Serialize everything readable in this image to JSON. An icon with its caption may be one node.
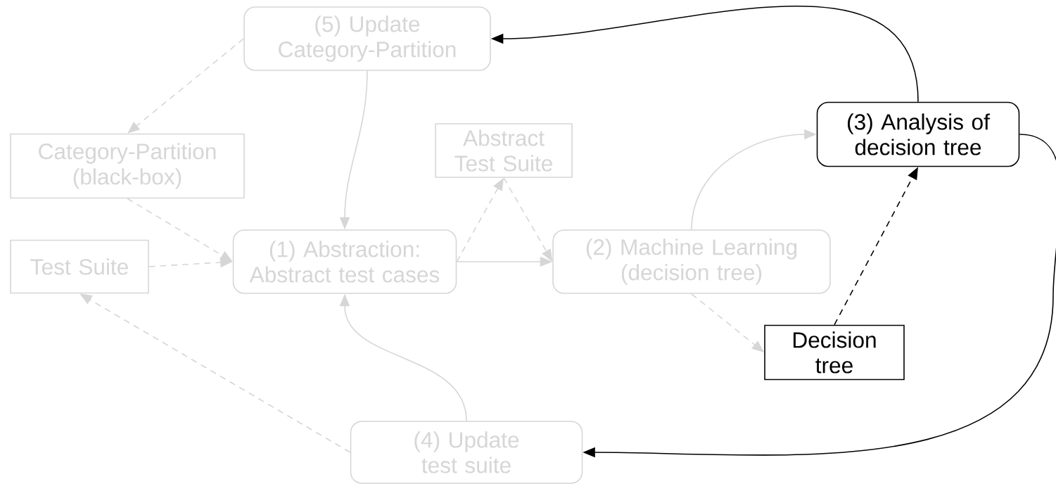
{
  "diagram": {
    "nodes": [
      {
        "text": [
          "(5) Update Category-Partition"
        ]
      },
      {
        "text": [
          "(3) Analysis of decision tree"
        ]
      },
      {
        "text": [
          "Category-Partition (black-box)"
        ]
      },
      {
        "text": [
          "Abstract Test Suite"
        ]
      },
      {
        "text": [
          "Test Suite"
        ]
      },
      {
        "text": [
          "(1) Abstraction: Abstract test cases"
        ]
      },
      {
        "text": [
          "(2) Machine Learning (decision tree)"
        ]
      },
      {
        "text": [
          "Decision tree"
        ]
      },
      {
        "text": [
          "(4) Update test suite"
        ]
      }
    ],
    "edges": [
      {
        "from": 0,
        "to": 2,
        "arrow": "to",
        "style": "dashed"
      },
      {
        "from": 0,
        "to": 5,
        "arrow": "to"
      },
      {
        "from": 2,
        "to": 5,
        "arrow": "to",
        "style": "dashed"
      },
      {
        "from": 4,
        "to": 5,
        "arrow": "to",
        "style": "dashed"
      },
      {
        "from": 5,
        "to": 3,
        "arrow": "to",
        "style": "dashed"
      },
      {
        "from": 3,
        "to": 6,
        "arrow": "to",
        "style": "dashed"
      },
      {
        "from": 5,
        "to": 6,
        "arrow": "to"
      },
      {
        "from": 6,
        "to": 1,
        "arrow": "to"
      },
      {
        "from": 6,
        "to": 7,
        "arrow": "to",
        "style": "dashed"
      },
      {
        "from": 7,
        "to": 1,
        "arrow": "to",
        "style": "dashed",
        "color": "#000000"
      },
      {
        "from": 1,
        "to": 0,
        "arrow": "to",
        "color": "#000000"
      },
      {
        "from": 1,
        "to": 8,
        "arrow": "to",
        "color": "#000000"
      },
      {
        "from": 8,
        "to": 5,
        "arrow": "to"
      },
      {
        "from": 8,
        "to": 4,
        "arrow": "to",
        "style": "dashed"
      }
    ]
  }
}
